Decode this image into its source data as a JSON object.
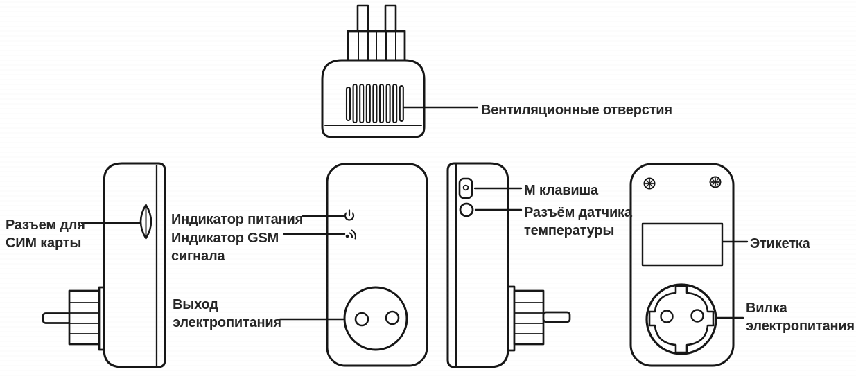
{
  "diagram": {
    "labels": {
      "ventilation": "Вентиляционные отверстия",
      "sim_slot": "Разъем для\nСИМ карты",
      "power_indicator": "Индикатор питания",
      "gsm_indicator": "Индикатор GSM\nсигнала",
      "power_output": "Выход\nэлектропитания",
      "m_key": "М клавиша",
      "temp_sensor_jack": "Разъём датчика\nтемпературы",
      "sticker": "Этикетка",
      "power_plug": "Вилка\nэлектропитания"
    },
    "icons": {
      "power": "power-icon",
      "gsm_signal": "gsm-signal-icon",
      "screw": "screw-icon",
      "sim_card": "sim-slot-icon"
    },
    "colors": {
      "line": "#161616",
      "text": "#262626",
      "background": "#ffffff"
    }
  }
}
